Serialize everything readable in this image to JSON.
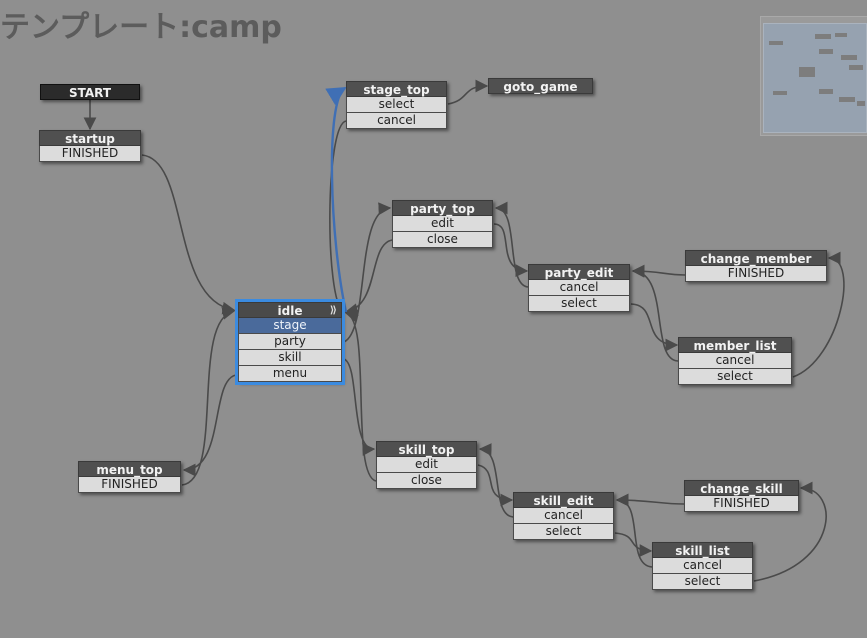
{
  "title": "テンプレート:camp",
  "nodes": {
    "start": {
      "title": "START"
    },
    "startup": {
      "title": "startup",
      "events": [
        "FINISHED"
      ]
    },
    "idle": {
      "title": "idle",
      "marker": "⟫",
      "events": [
        "stage",
        "party",
        "skill",
        "menu"
      ]
    },
    "menu_top": {
      "title": "menu_top",
      "events": [
        "FINISHED"
      ]
    },
    "stage_top": {
      "title": "stage_top",
      "events": [
        "select",
        "cancel"
      ]
    },
    "goto_game": {
      "title": "goto_game"
    },
    "party_top": {
      "title": "party_top",
      "events": [
        "edit",
        "close"
      ]
    },
    "party_edit": {
      "title": "party_edit",
      "events": [
        "cancel",
        "select"
      ]
    },
    "change_member": {
      "title": "change_member",
      "events": [
        "FINISHED"
      ]
    },
    "member_list": {
      "title": "member_list",
      "events": [
        "cancel",
        "select"
      ]
    },
    "skill_top": {
      "title": "skill_top",
      "events": [
        "edit",
        "close"
      ]
    },
    "skill_edit": {
      "title": "skill_edit",
      "events": [
        "cancel",
        "select"
      ]
    },
    "change_skill": {
      "title": "change_skill",
      "events": [
        "FINISHED"
      ]
    },
    "skill_list": {
      "title": "skill_list",
      "events": [
        "cancel",
        "select"
      ]
    }
  },
  "selected_node": "idle",
  "active_event": "idle.stage",
  "colors": {
    "background": "#8f8f8f",
    "node_header": "#505050",
    "node_row": "#dcdcdc",
    "selection": "#3b8be0",
    "active_row": "#4a6a9b",
    "link": "#4a4a4a",
    "active_link": "#3f6fb5"
  }
}
